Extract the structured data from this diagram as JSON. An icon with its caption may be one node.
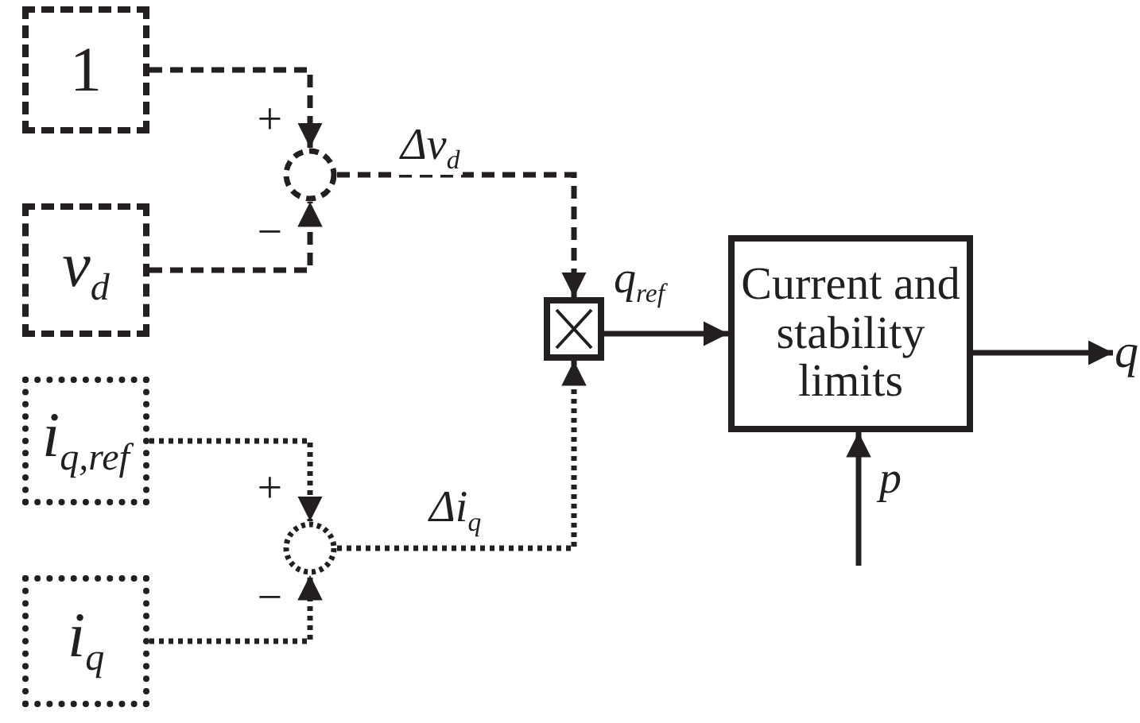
{
  "diagram": {
    "nodes": [
      {
        "text": [
          "1"
        ]
      },
      {
        "text": [
          "v$_{d}$"
        ]
      },
      {
        "text": [],
        "shape": "circle"
      },
      {
        "text": [
          "i$_{q,ref}$"
        ]
      },
      {
        "text": [
          "i$_{q}$"
        ]
      },
      {
        "text": [],
        "shape": "circle"
      },
      {
        "text": [],
        "shape": "box"
      },
      {
        "text": [
          "Current and stability limits"
        ]
      },
      {
        "text": [
          "q"
        ]
      }
    ],
    "edges": [
      {
        "from": 0,
        "to": 2,
        "arrow": "to",
        "label": "+",
        "style": "dashed"
      },
      {
        "from": 1,
        "to": 2,
        "arrow": "to",
        "label": "−",
        "style": "dashed"
      },
      {
        "from": 2,
        "to": 6,
        "arrow": "to",
        "label": "Δv$_{d}$",
        "style": "dashed"
      },
      {
        "from": 3,
        "to": 5,
        "arrow": "to",
        "label": "+",
        "style": "dashed"
      },
      {
        "from": 4,
        "to": 5,
        "arrow": "to",
        "label": "−",
        "style": "dashed"
      },
      {
        "from": 5,
        "to": 6,
        "arrow": "to",
        "label": "Δi$_{q}$",
        "style": "dashed"
      },
      {
        "from": 6,
        "to": 7,
        "arrow": "to",
        "label": "q$_{ref}$"
      },
      {
        "from": 7,
        "to": 8,
        "arrow": "to"
      },
      {
        "from": null,
        "to": 7,
        "arrow": "to",
        "label": "p"
      }
    ]
  }
}
